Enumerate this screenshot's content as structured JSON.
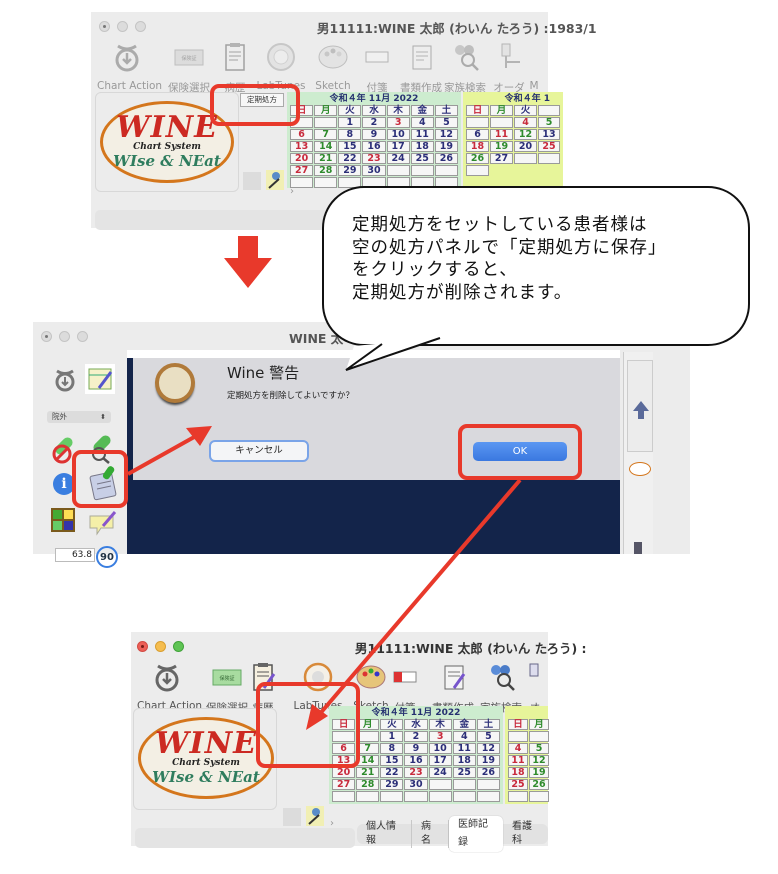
{
  "window_top": {
    "title": "男11111:WINE 太郎 (わいん たろう) :1983/1",
    "toolbar": [
      {
        "label": "Chart Action",
        "icon": "chart-action-icon"
      },
      {
        "label": "保険選択",
        "icon": "insurance-card-icon"
      },
      {
        "label": "病歴",
        "icon": "clipboard-history-icon"
      },
      {
        "label": "LabTunes",
        "icon": "labtunes-icon"
      },
      {
        "label": "Sketch",
        "icon": "palette-icon"
      },
      {
        "label": "付箋",
        "icon": "sticky-note-icon"
      },
      {
        "label": "書類作成",
        "icon": "document-create-icon"
      },
      {
        "label": "家族検索",
        "icon": "family-search-icon"
      },
      {
        "label": "オーダ",
        "icon": "iv-drip-icon"
      },
      {
        "label": "M",
        "icon": ""
      }
    ],
    "prescription_button": "定期処方",
    "logo": {
      "main": "WINE",
      "sub": "Chart System",
      "tagline": "WIse & NEat"
    }
  },
  "calendar": {
    "month1_title": "令和４年 11月 2022",
    "month2_title": "令和４年 1",
    "weekdays": [
      "日",
      "月",
      "火",
      "水",
      "木",
      "金",
      "土"
    ],
    "month1_rows": [
      [
        "",
        "",
        "1",
        "2",
        "3",
        "4",
        "5"
      ],
      [
        "6",
        "7",
        "8",
        "9",
        "10",
        "11",
        "12"
      ],
      [
        "13",
        "14",
        "15",
        "16",
        "17",
        "18",
        "19"
      ],
      [
        "20",
        "21",
        "22",
        "23",
        "24",
        "25",
        "26"
      ],
      [
        "27",
        "28",
        "29",
        "30",
        "",
        "",
        ""
      ],
      [
        "",
        "",
        "",
        "",
        "",
        "",
        ""
      ]
    ],
    "month2_rows": [
      [
        "",
        "",
        ""
      ],
      [
        "4",
        "5",
        "6"
      ],
      [
        "11",
        "12",
        "13"
      ],
      [
        "18",
        "19",
        "20"
      ],
      [
        "25",
        "26",
        "27"
      ],
      [
        "",
        "",
        ""
      ]
    ],
    "holidays": [
      "3",
      "23"
    ]
  },
  "callout": {
    "text": "定期処方をセットしている患者様は\n空の処方パネルで「定期処方に保存」\nをクリックすると、\n定期処方が削除されます。"
  },
  "window_mid": {
    "title": "WINE 太",
    "side_select": "院外",
    "value_field": "63.8",
    "badge": "90",
    "alert": {
      "title": "Wine 警告",
      "message": "定期処方を削除してよいですか？",
      "cancel_label": "キャンセル",
      "ok_label": "OK"
    }
  },
  "window_bottom": {
    "title": "男11111:WINE 太郎 (わいん たろう) :",
    "toolbar": [
      {
        "label": "Chart Action"
      },
      {
        "label": "保険選択"
      },
      {
        "label": "病歴"
      },
      {
        "label": "LabTunes"
      },
      {
        "label": "Sketch"
      },
      {
        "label": "付箋"
      },
      {
        "label": "書類作成"
      },
      {
        "label": "家族検索"
      },
      {
        "label": "オ"
      }
    ],
    "tabs": [
      "個人情報",
      "病名",
      "医師記録",
      "看護科"
    ],
    "active_tab": "医師記録"
  },
  "colors": {
    "accent_red": "#e8392b",
    "ok_blue": "#3a78e0",
    "dark_panel": "#13244a",
    "cal_green": "#cdeccf",
    "cal_yellow": "#e7f59a"
  }
}
